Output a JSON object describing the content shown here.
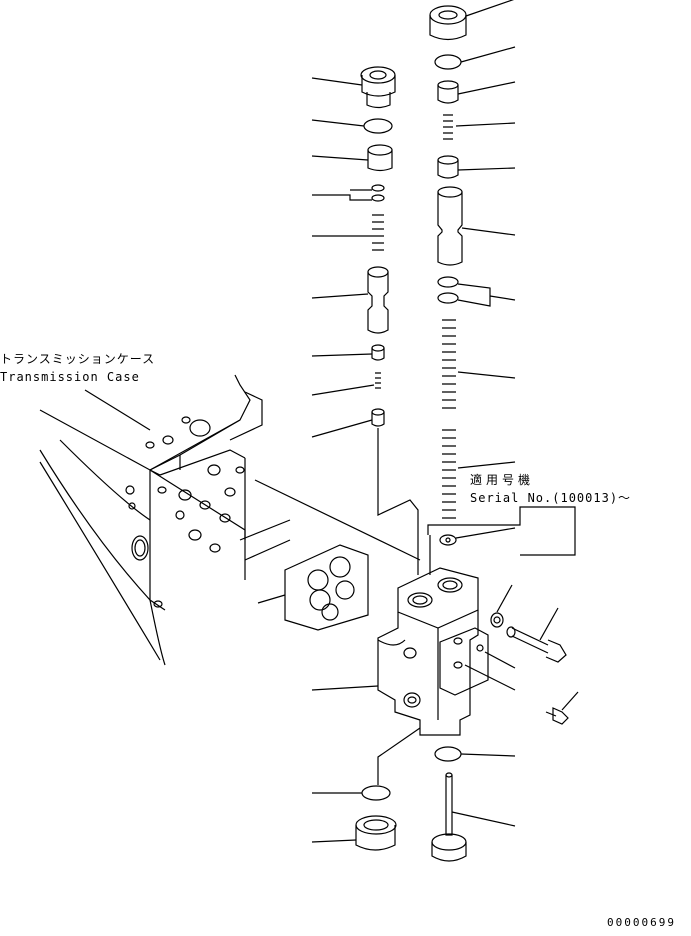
{
  "labels": {
    "case_jp": "トランスミッションケース",
    "case_en": "Transmission Case",
    "serial_jp": "適用号機",
    "serial_en": "Serial No.(100013)～",
    "drawing_code": "00000699"
  },
  "colors": {
    "line": "#000000",
    "background": "#ffffff"
  }
}
